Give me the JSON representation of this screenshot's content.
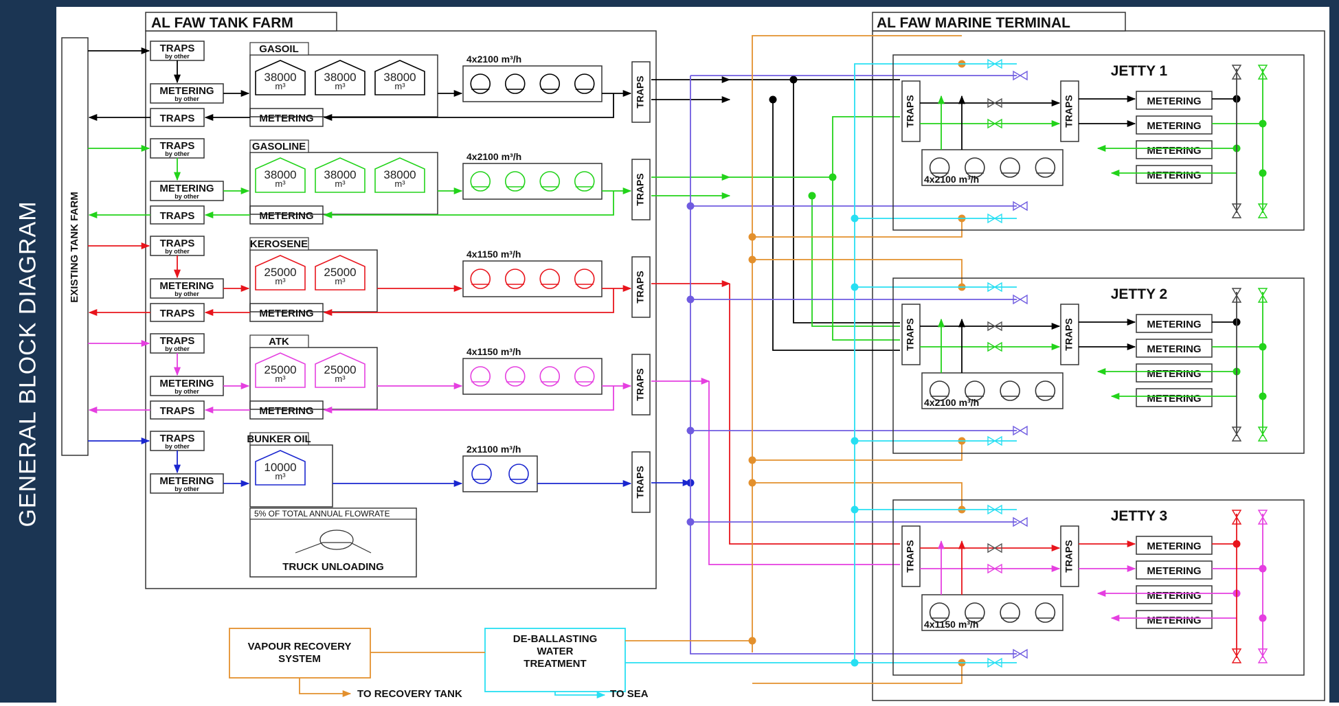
{
  "sidebar": {
    "title": "GENERAL BLOCK DIAGRAM"
  },
  "sections": {
    "tank_farm": "AL FAW TANK FARM",
    "marine_terminal": "AL FAW MARINE TERMINAL",
    "existing_tank_farm": "EXISTING TANK FARM"
  },
  "colors": {
    "gasoil": "#000000",
    "gasoline": "#22d31a",
    "kerosene": "#e8141c",
    "atk": "#e53fe0",
    "bunker": "#1a26cf",
    "vapour": "#e3902d",
    "ballast": "#27dff2",
    "purple": "#6f5be0"
  },
  "labels": {
    "traps": "TRAPS",
    "metering": "METERING",
    "by_other": "by other",
    "m3": "m³"
  },
  "products": [
    {
      "name": "GASOIL",
      "tanks": [
        "38000",
        "38000",
        "38000"
      ],
      "pumps": "4x2100 m³/h",
      "pump_count": 4
    },
    {
      "name": "GASOLINE",
      "tanks": [
        "38000",
        "38000",
        "38000"
      ],
      "pumps": "4x2100 m³/h",
      "pump_count": 4
    },
    {
      "name": "KEROSENE",
      "tanks": [
        "25000",
        "25000"
      ],
      "pumps": "4x1150 m³/h",
      "pump_count": 4
    },
    {
      "name": "ATK",
      "tanks": [
        "25000",
        "25000"
      ],
      "pumps": "4x1150 m³/h",
      "pump_count": 4
    },
    {
      "name": "BUNKER OIL",
      "tanks": [
        "10000"
      ],
      "pumps": "2x1100 m³/h",
      "pump_count": 2
    }
  ],
  "truck": {
    "note": "5% OF TOTAL ANNUAL FLOWRATE",
    "label": "TRUCK UNLOADING"
  },
  "jetties": [
    {
      "name": "JETTY 1",
      "pumps": "4x2100 m³/h"
    },
    {
      "name": "JETTY 2",
      "pumps": "4x2100 m³/h"
    },
    {
      "name": "JETTY 3",
      "pumps": "4x1150 m³/h"
    }
  ],
  "bottom": {
    "vapour": [
      "VAPOUR RECOVERY",
      "SYSTEM"
    ],
    "deballast": [
      "DE-BALLASTING",
      "WATER",
      "TREATMENT"
    ],
    "to_recovery": "TO RECOVERY TANK",
    "to_sea": "TO SEA"
  }
}
